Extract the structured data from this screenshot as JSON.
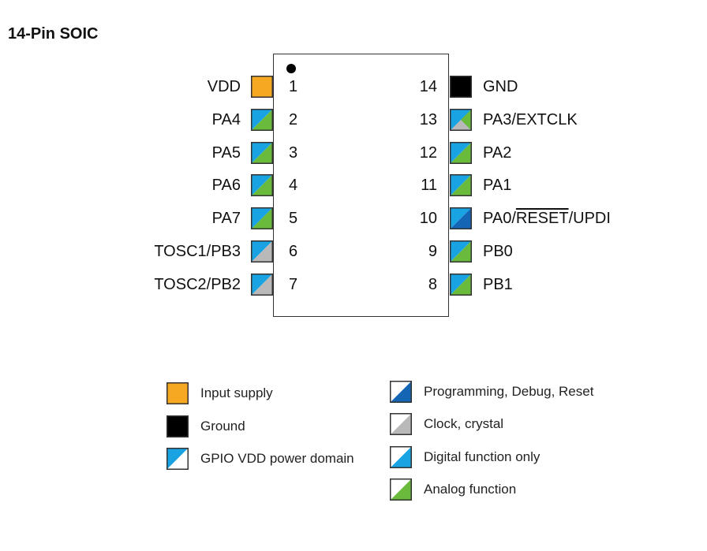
{
  "title": "14-Pin SOIC",
  "colors": {
    "supply": "#f7a823",
    "ground": "#000000",
    "gpio": "#1aa3e3",
    "analog": "#6abb3c",
    "clock": "#b9b9b9",
    "prog": "#1565b5",
    "white": "#ffffff"
  },
  "left_pins": [
    {
      "num": "1",
      "label": "VDD",
      "type": "supply"
    },
    {
      "num": "2",
      "label": "PA4",
      "type": "analog"
    },
    {
      "num": "3",
      "label": "PA5",
      "type": "analog"
    },
    {
      "num": "4",
      "label": "PA6",
      "type": "analog"
    },
    {
      "num": "5",
      "label": "PA7",
      "type": "analog"
    },
    {
      "num": "6",
      "label": "TOSC1/PB3",
      "type": "clock"
    },
    {
      "num": "7",
      "label": "TOSC2/PB2",
      "type": "clock"
    }
  ],
  "right_pins": [
    {
      "num": "14",
      "label": "GND",
      "type": "ground"
    },
    {
      "num": "13",
      "label": "PA3/EXTCLK",
      "type": "analog-clock"
    },
    {
      "num": "12",
      "label": "PA2",
      "type": "analog"
    },
    {
      "num": "11",
      "label": "PA1",
      "type": "analog"
    },
    {
      "num": "10",
      "label_parts": [
        "PA0/",
        "RESET",
        "/UPDI"
      ],
      "type": "prog"
    },
    {
      "num": "9",
      "label": "PB0",
      "type": "analog"
    },
    {
      "num": "8",
      "label": "PB1",
      "type": "analog"
    }
  ],
  "legend_left": [
    {
      "label": "Input supply",
      "type": "supply"
    },
    {
      "label": "Ground",
      "type": "ground"
    },
    {
      "label": "GPIO VDD power domain",
      "type": "gpio-legend"
    }
  ],
  "legend_right": [
    {
      "label": "Programming, Debug, Reset",
      "type": "prog-legend"
    },
    {
      "label": "Clock, crystal",
      "type": "clock-legend"
    },
    {
      "label": "Digital function only",
      "type": "digital-legend"
    },
    {
      "label": "Analog function",
      "type": "analog-legend"
    }
  ]
}
